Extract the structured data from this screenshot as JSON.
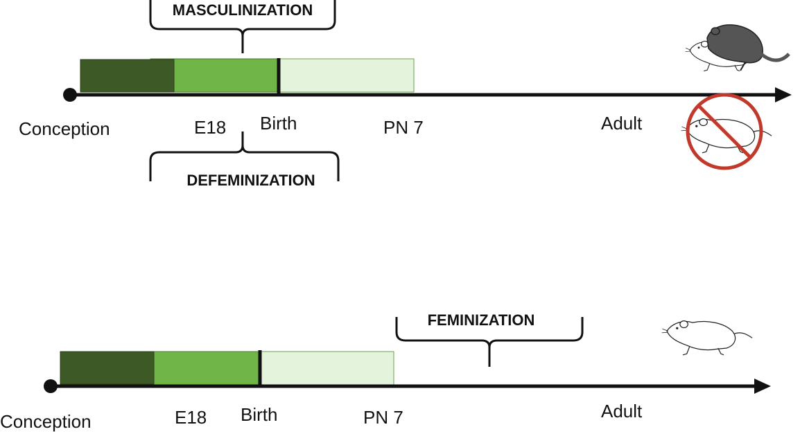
{
  "top_panel": {
    "masculinization_label": "MASCULINIZATION",
    "defeminization_label": "DEFEMINIZATION",
    "conception_label": "Conception",
    "e18_label": "E18",
    "birth_label": "Birth",
    "pn7_label": "PN 7",
    "adult_label": "Adult"
  },
  "bottom_panel": {
    "feminization_label": "FEMINIZATION",
    "conception_label": "Conception",
    "e18_label": "E18",
    "birth_label": "Birth",
    "pn7_label": "PN 7",
    "adult_label": "Adult"
  },
  "colors": {
    "early_period": "#3d5a26",
    "critical_period": "#6fb548",
    "postnatal_period": "#e3f3dc",
    "timeline": "#111111",
    "prohibition": "#c0392b",
    "rat_dark": "#555555"
  },
  "icons": {
    "top_right": "mounting-rats-icon",
    "top_right_crossed": "crossed-out-rat-icon",
    "bottom_right": "rat-icon"
  }
}
